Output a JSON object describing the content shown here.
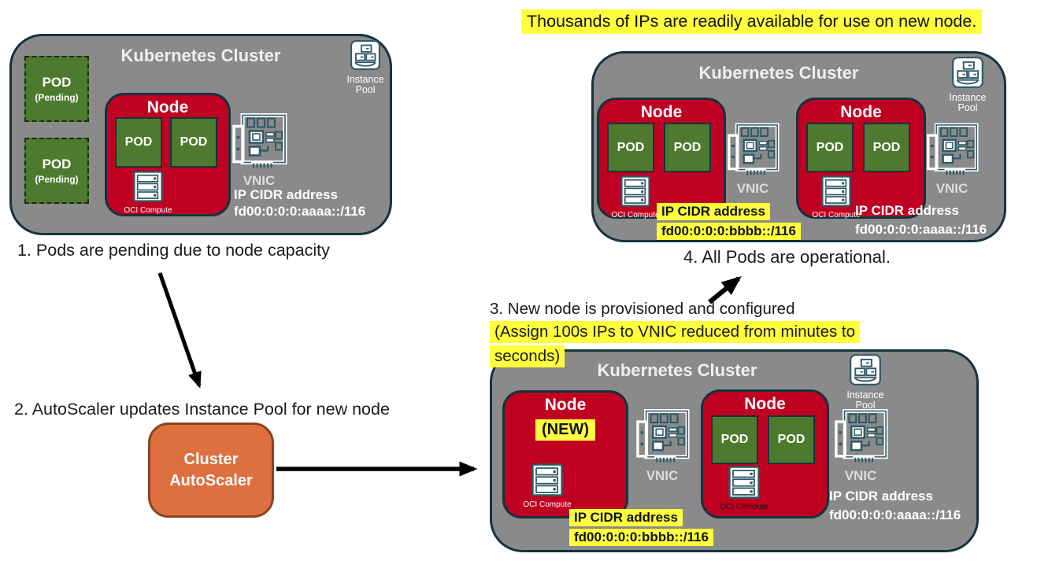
{
  "banner": "Thousands of IPs are readily available for use on new node.",
  "labels": {
    "cluster_title": "Kubernetes Cluster",
    "node": "Node",
    "node_new": "(NEW)",
    "pod": "POD",
    "pod_pending": "(Pending)",
    "vnic": "VNIC",
    "oci_compute": "OCI Compute",
    "instance_pool_line1": "Instance",
    "instance_pool_line2": "Pool",
    "ip_cidr_heading": "IP CIDR address",
    "cidr_aaaa": "fd00:0:0:0:aaaa::/116",
    "cidr_bbbb": "fd00:0:0:0:bbbb::/116"
  },
  "steps": {
    "step1": "1. Pods are pending due to node capacity",
    "step2": "2. AutoScaler updates Instance Pool for new node",
    "step3_line1": "3. New node is provisioned and configured",
    "step3_line2": "(Assign 100s IPs to VNIC reduced from minutes to",
    "step3_line3": "seconds)",
    "step4": "4. All Pods are operational."
  },
  "autoscaler": {
    "line1": "Cluster",
    "line2": "AutoScaler"
  },
  "colors": {
    "cluster_bg": "#8A8A8A",
    "node_red": "#C00021",
    "pod_green": "#4D7A2E",
    "highlight_yellow": "#FFFF3C",
    "autoscaler_orange": "#DE6F3F",
    "autoscaler_border": "#8A4520",
    "outline_dark": "#16323E",
    "icon_teal": "#2E5A68",
    "arrow_black": "#000000"
  }
}
